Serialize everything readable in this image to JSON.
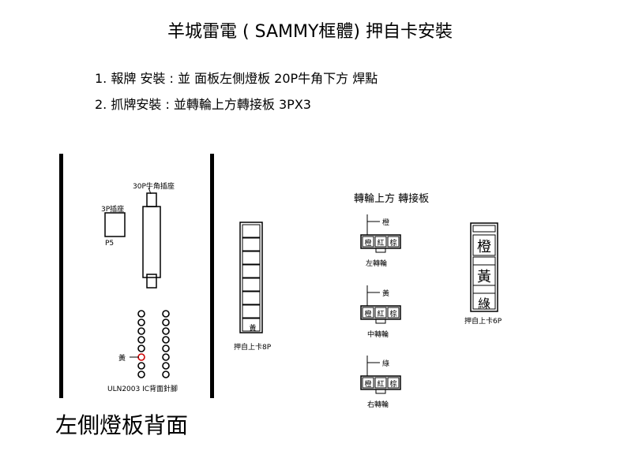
{
  "title": "羊城雷電 ( SAMMY框體)  押自卡安裝",
  "instructions": [
    "1. 報牌 安裝 : 並 面板左側燈板  20P牛角下方 焊點",
    "2. 抓牌安裝 :  並轉輪上方轉接板 3PX3"
  ],
  "left_board": {
    "label_30p": "30P牛角插座",
    "label_3p": "3P插座",
    "label_p5": "P5",
    "label_yellow_wire": "黃",
    "label_uln": "ULN2003 IC背面針腳",
    "caption": "左側燈板背面"
  },
  "card_8p": {
    "yellow_label": "黃",
    "caption": "押自上卡8P"
  },
  "adapter": {
    "header": "轉輪上方 轉接板",
    "reels": [
      {
        "wire": "橙",
        "pins": [
          "橙",
          "紅",
          "棕"
        ],
        "caption": "左轉輪"
      },
      {
        "wire": "黃",
        "pins": [
          "橙",
          "紅",
          "棕"
        ],
        "caption": "中轉輪"
      },
      {
        "wire": "綠",
        "pins": [
          "橙",
          "紅",
          "棕"
        ],
        "caption": "右轉輪"
      }
    ]
  },
  "card_6p": {
    "labels": [
      "橙",
      "黃",
      "綠"
    ],
    "caption": "押自上卡6P"
  },
  "colors": {
    "line": "#000000",
    "highlight_pin": "#cc0000"
  }
}
